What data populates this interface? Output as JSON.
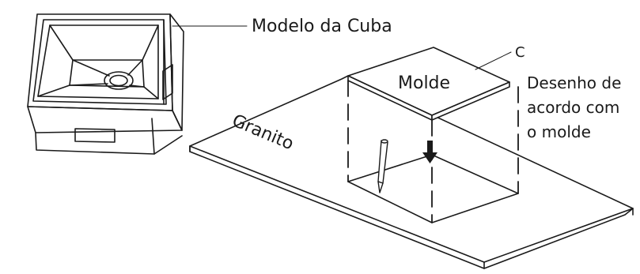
{
  "labels": {
    "sink_model": "Modelo da Cuba",
    "corner": "C",
    "template": "Molde",
    "drawing_line1": "Desenho de",
    "drawing_line2": "acordo com",
    "drawing_line3": "o molde",
    "granite": "Granito"
  },
  "colors": {
    "line": "#1a1a1a",
    "background": "#ffffff"
  },
  "icons": {
    "sink": "sink-basin-icon",
    "pencil": "pencil-icon",
    "arrow": "arrow-down-icon"
  }
}
